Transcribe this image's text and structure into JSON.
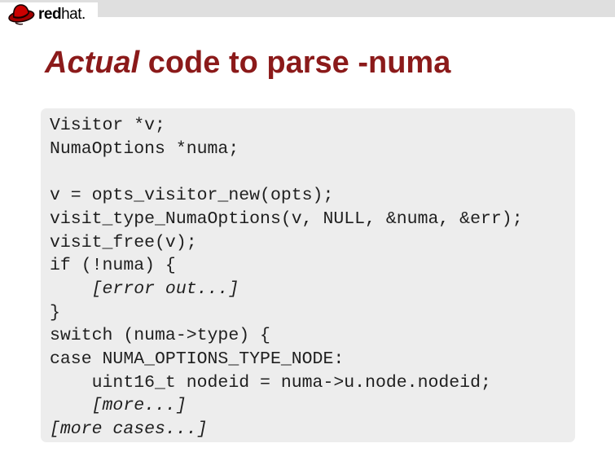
{
  "colors": {
    "accent": "#8b1a1a",
    "bar_color": "#dfdfdf",
    "code_bg": "#ededed",
    "code_fg": "#1f1f1f",
    "logo_red": "#cc0000"
  },
  "header": {
    "brand_bold": "red",
    "brand_regular": "hat."
  },
  "title": {
    "emphasis": "Actual",
    "rest": " code to parse -numa"
  },
  "code_block": {
    "lines": [
      {
        "text": "Visitor *v;",
        "style": "normal"
      },
      {
        "text": "NumaOptions *numa;",
        "style": "normal"
      },
      {
        "text": "",
        "style": "normal"
      },
      {
        "text": "v = opts_visitor_new(opts);",
        "style": "normal"
      },
      {
        "text": "visit_type_NumaOptions(v, NULL, &numa, &err);",
        "style": "normal"
      },
      {
        "text": "visit_free(v);",
        "style": "normal"
      },
      {
        "text": "if (!numa) {",
        "style": "normal"
      },
      {
        "text": "    [error out...]",
        "style": "italic"
      },
      {
        "text": "}",
        "style": "normal"
      },
      {
        "text": "switch (numa->type) {",
        "style": "normal"
      },
      {
        "text": "case NUMA_OPTIONS_TYPE_NODE:",
        "style": "normal"
      },
      {
        "text": "    uint16_t nodeid = numa->u.node.nodeid;",
        "style": "normal"
      },
      {
        "text": "    [more...]",
        "style": "italic"
      },
      {
        "text": "[more cases...]",
        "style": "italic"
      }
    ]
  }
}
